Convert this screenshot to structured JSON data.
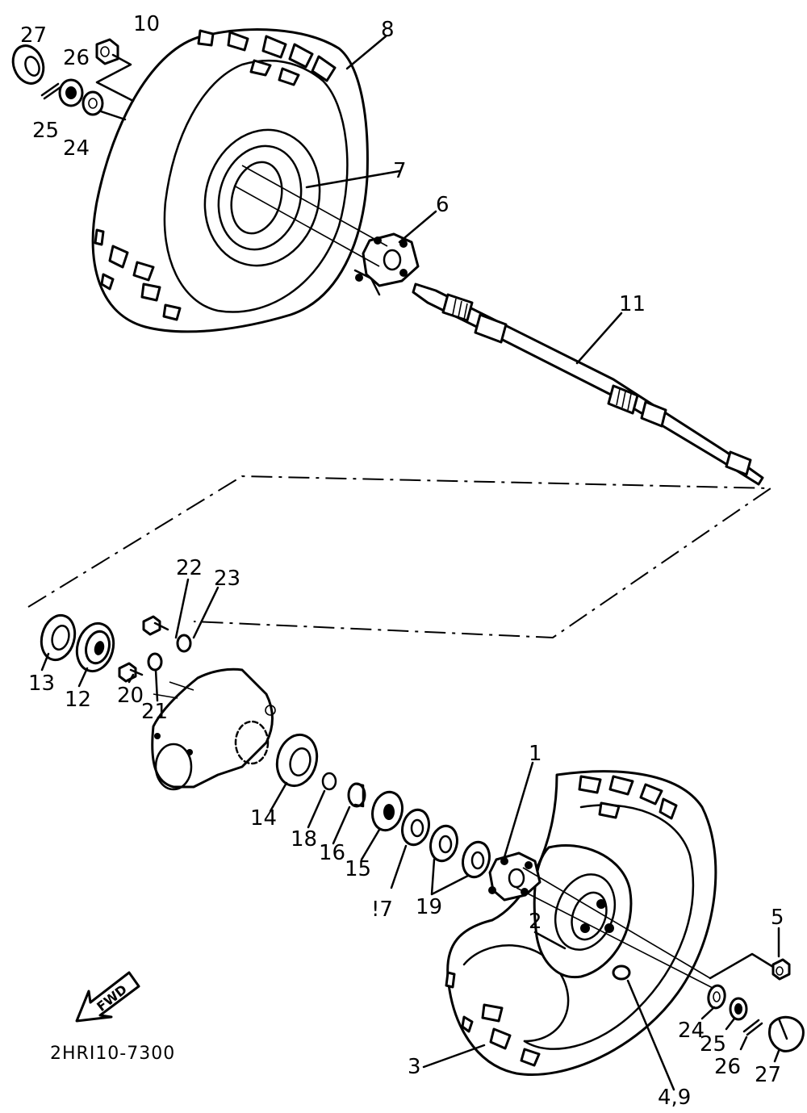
{
  "diagram": {
    "part_labels": {
      "p1": "1",
      "p2": "2",
      "p3": "3",
      "p4_9": "4,9",
      "p5": "5",
      "p6": "6",
      "p7": "7",
      "p8": "8",
      "p10": "10",
      "p11": "11",
      "p12": "12",
      "p13": "13",
      "p14": "14",
      "p15": "15",
      "p16": "16",
      "p17": "!7",
      "p18": "18",
      "p19": "19",
      "p20": "20",
      "p21": "21",
      "p22": "22",
      "p23": "23",
      "p24_top": "24",
      "p25_top": "25",
      "p26_top": "26",
      "p27_top": "27",
      "p24_bottom": "24",
      "p25_bottom": "25",
      "p26_bottom": "26",
      "p27_bottom": "27"
    },
    "fwd_label": "FWD",
    "drawing_code": "2HRI10-7300"
  }
}
